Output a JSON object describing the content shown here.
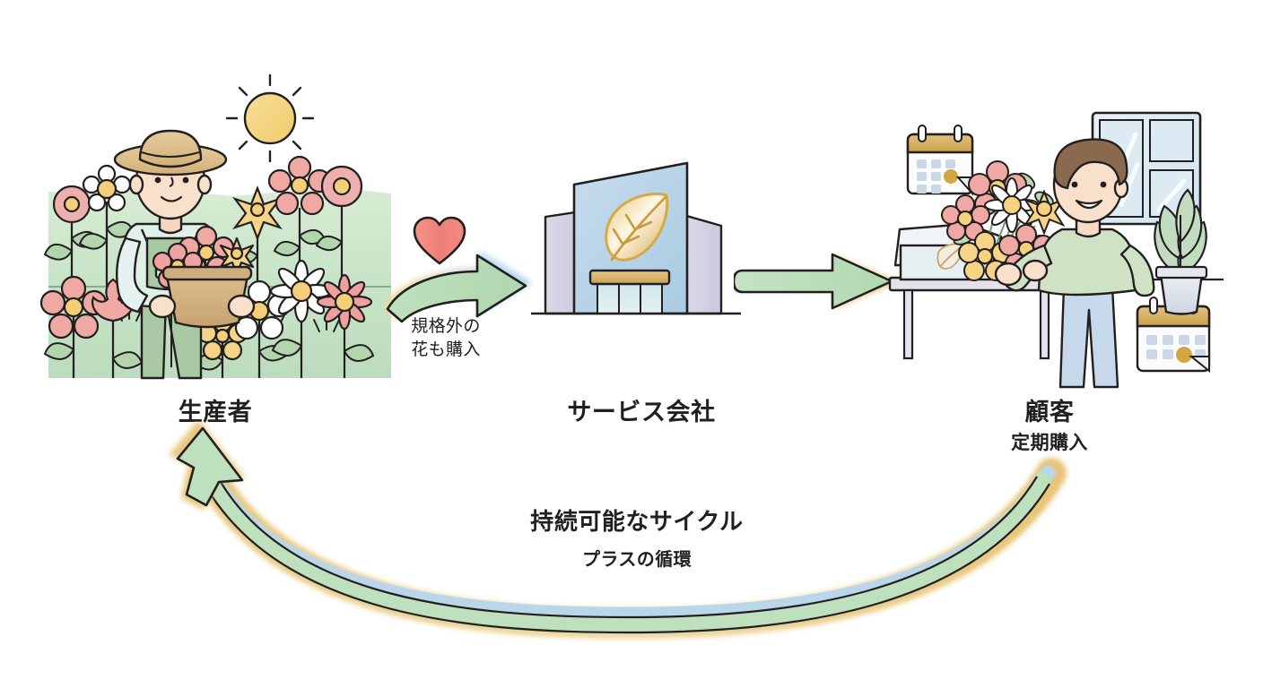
{
  "diagram": {
    "title_visible": false,
    "background": "#ffffff",
    "nodes": [
      {
        "id": "producer",
        "label": "生産者",
        "sublabel": "",
        "scene": "farmer-in-flower-field-with-sun"
      },
      {
        "id": "service_company",
        "label": "サービス会社",
        "sublabel": "",
        "scene": "company-building-with-leaf-logo"
      },
      {
        "id": "customer",
        "label": "顧客",
        "sublabel": "定期購入",
        "scene": "person-unboxing-flowers-with-calendars"
      }
    ],
    "arrows": [
      {
        "id": "producer-to-company",
        "label": "規格外の\n花も購入",
        "label_line1": "規格外の",
        "label_line2": "花も購入",
        "icon": "heart-icon",
        "shape": "curved-right"
      },
      {
        "id": "company-to-customer",
        "label": "",
        "shape": "straight-right"
      },
      {
        "id": "customer-to-producer",
        "title": "持続可能なサイクル",
        "subtitle": "プラスの循環",
        "shape": "wide-arc-left"
      }
    ],
    "colors": {
      "field_green": "#c9e4cb",
      "field_green_light": "#e0f0df",
      "arrow_green": "#b9dcb9",
      "arrow_blue": "#b8d5ea",
      "arrow_gold": "#e8c980",
      "heart_pink": "#ef8279",
      "sun_yellow": "#f5d57e",
      "building_blue": "#b9d5e8",
      "building_lilac": "#d7d4e4",
      "leaf_gold": "#d4a94a",
      "skin": "#f7ddc7",
      "hat_tan": "#ddbf8c",
      "hair_brown": "#8a6a4f",
      "shirt_green": "#cfe3c8",
      "jeans_blue": "#c3d4e6",
      "outline": "#231f20",
      "flower_pink": "#f0b0ad",
      "flower_yellow": "#f7dc9a",
      "flower_white": "#ffffff",
      "text": "#231f20"
    }
  }
}
